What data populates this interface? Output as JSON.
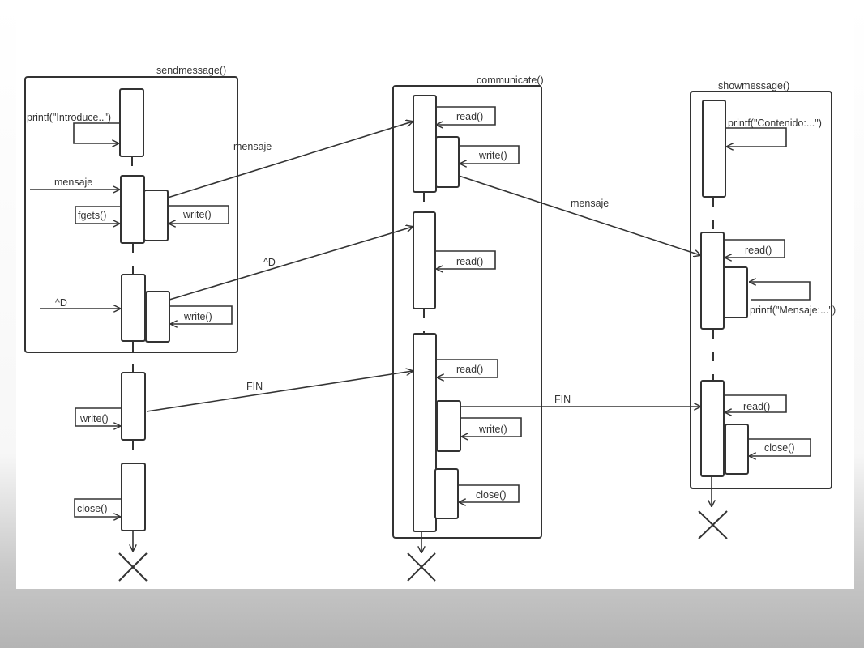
{
  "colors": {
    "stroke": "#333333",
    "background": "#ffffff",
    "page_gradient_bottom": "#b4b4b4"
  },
  "frames": {
    "sendmessage": "sendmessage()",
    "communicate": "communicate()",
    "showmessage": "showmessage()"
  },
  "send": {
    "printf": "printf(\"Introduce..\")",
    "mensaje_in": "mensaje",
    "fgets": "fgets()",
    "write1": "write()",
    "eof_in": "^D",
    "write2": "write()",
    "write3": "write()",
    "close": "close()"
  },
  "comm": {
    "read1": "read()",
    "write1": "write()",
    "read2": "read()",
    "read3": "read()",
    "write2": "write()",
    "close": "close()"
  },
  "show": {
    "printf1": "printf(\"Contenido:...\")",
    "read1": "read()",
    "printf2": "printf(\"Mensaje:...\")",
    "read2": "read()",
    "close": "close()"
  },
  "messages": {
    "mensaje_to_comm": "mensaje",
    "eof_to_comm": "^D",
    "fin_to_comm": "FIN",
    "mensaje_to_show": "mensaje",
    "fin_to_show": "FIN"
  }
}
